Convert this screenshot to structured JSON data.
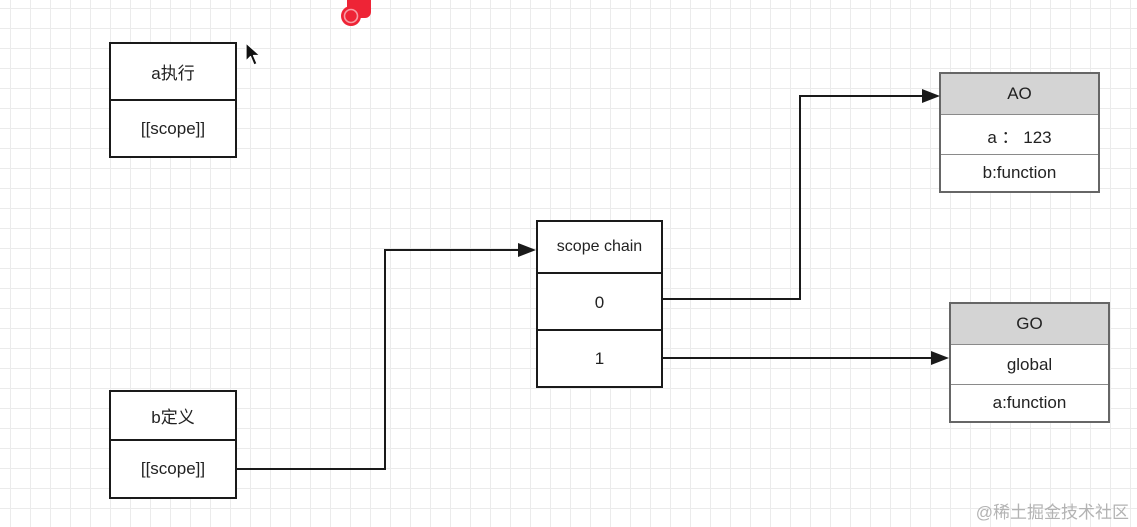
{
  "boxes": {
    "a_exec": {
      "title": "a执行",
      "scope": "[[scope]]"
    },
    "b_def": {
      "title": "b定义",
      "scope": "[[scope]]"
    },
    "scope_chain": {
      "title": "scope chain",
      "slots": [
        "0",
        "1"
      ]
    },
    "ao": {
      "title": "AO",
      "rows": [
        "a ： 123",
        "b:function"
      ]
    },
    "go": {
      "title": "GO",
      "rows": [
        "global",
        "a:function"
      ]
    }
  },
  "arrows": [
    {
      "from": "b_def.scope",
      "to": "scope_chain"
    },
    {
      "from": "scope_chain.0",
      "to": "ao"
    },
    {
      "from": "scope_chain.1",
      "to": "go"
    }
  ],
  "colors": {
    "line": "#1a1a1a",
    "header_fill": "#d4d4d4",
    "marker": "#ee2436",
    "grid": "#ebebeb"
  },
  "icons": {
    "cursor": "mouse-pointer-icon",
    "marker": "record-marker-icon"
  },
  "watermark": "@稀土掘金技术社区"
}
